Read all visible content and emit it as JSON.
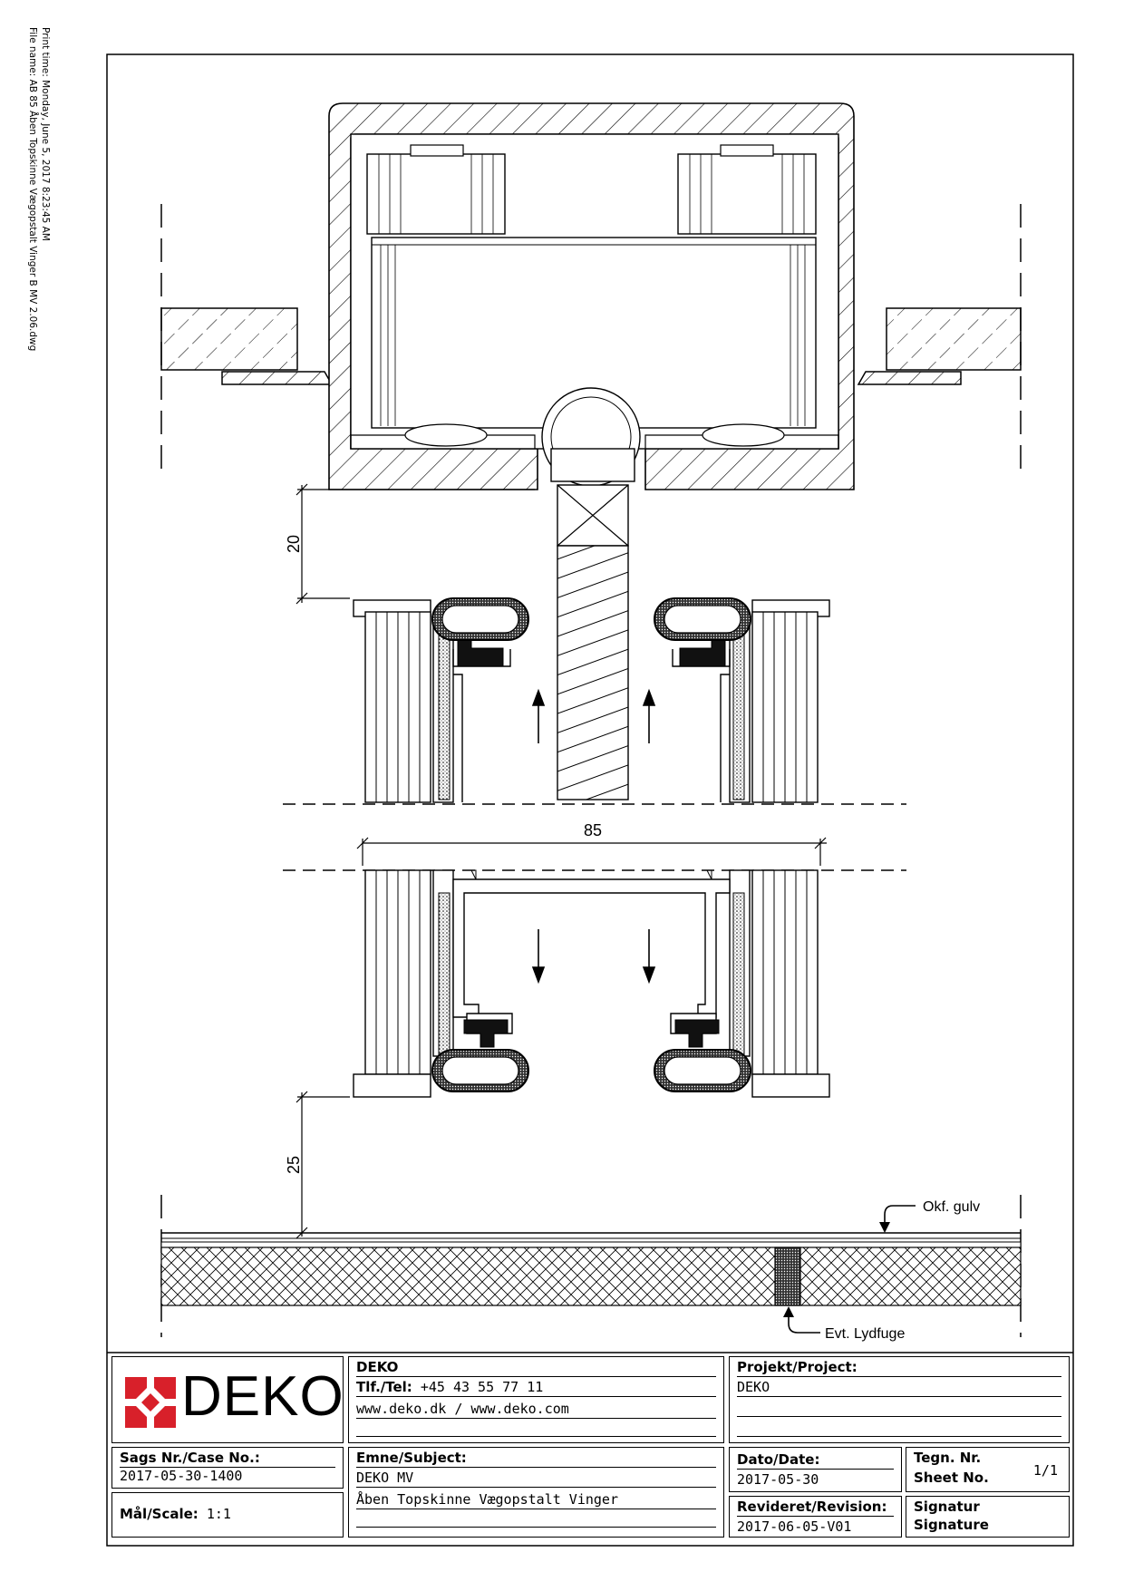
{
  "print_info": {
    "print_time": "Print time: Monday, June 5, 2017 8:23:45 AM",
    "file_name": "File name: AB 85 Åben Topskinne Vægopstalt Vinger B MV 2.06.dwg"
  },
  "drawing": {
    "dimensions": {
      "top_gap": "20",
      "width": "85",
      "bottom_gap": "25"
    },
    "callouts": {
      "floor": "Okf. gulv",
      "sound_joint": "Evt. Lydfuge"
    }
  },
  "title_block": {
    "logo_text": "DEKO",
    "company": {
      "name": "DEKO",
      "tel_label": "Tlf./Tel:",
      "tel_value": "+45 43 55 77 11",
      "web": "www.deko.dk / www.deko.com"
    },
    "project": {
      "label": "Projekt/Project:",
      "value": "DEKO"
    },
    "case": {
      "label": "Sags Nr./Case No.:",
      "value": "2017-05-30-1400"
    },
    "scale": {
      "label": "Mål/Scale:",
      "value": "1:1"
    },
    "subject": {
      "label": "Emne/Subject:",
      "line1": "DEKO MV",
      "line2": "Åben Topskinne Vægopstalt Vinger"
    },
    "date": {
      "label": "Dato/Date:",
      "value": "2017-05-30"
    },
    "revision": {
      "label": "Revideret/Revision:",
      "value": "2017-06-05-V01"
    },
    "sheet": {
      "label_1": "Tegn. Nr.",
      "label_2": "Sheet No.",
      "value": "1/1"
    },
    "signature": {
      "label_1": "Signatur",
      "label_2": "Signature"
    }
  },
  "colors": {
    "ink": "#000000",
    "logo_red": "#d8202a"
  }
}
